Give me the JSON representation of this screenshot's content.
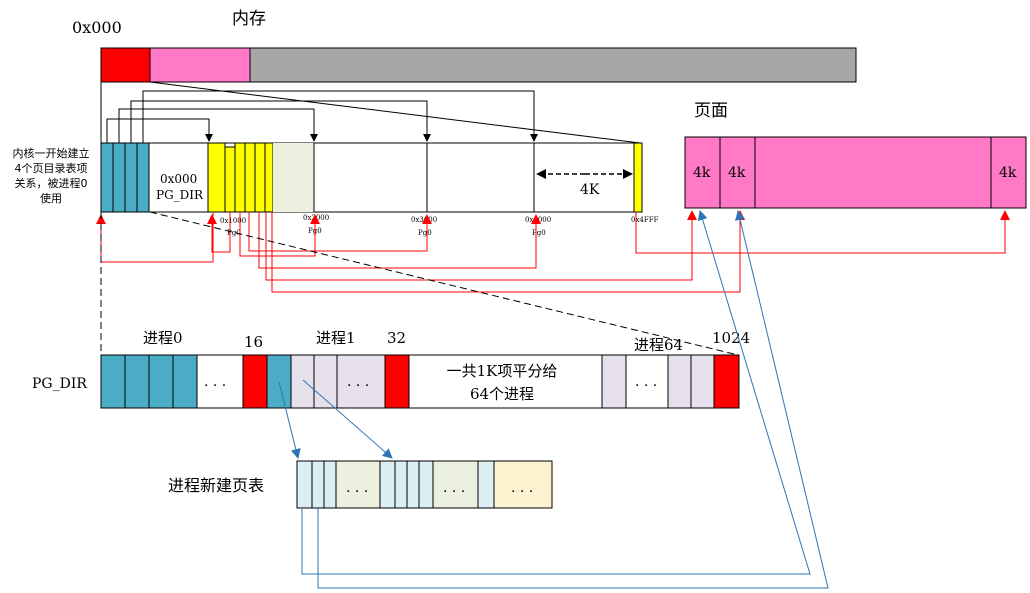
{
  "colors": {
    "red": "#ff0000",
    "pink": "#ff79c6",
    "gray": "#a6a6a6",
    "teal": "#4bacc6",
    "yellow": "#ffff00",
    "lightgreen": "#ebf1de",
    "lavender": "#e6e0ec",
    "lightblue": "#dbeef4",
    "cream": "#fdf2d0",
    "arrowRed": "#ff0000",
    "arrowBlue": "#2e75b6",
    "stroke": "#000000"
  },
  "memory": {
    "addr_label": "0x000",
    "title": "内存"
  },
  "kernel_note": {
    "line1": "内核一开始建立",
    "line2": "4个页目录表项",
    "line3": "关系，被进程0",
    "line4": "使用"
  },
  "pgdir_block": {
    "addr": "0x000",
    "name": "PG_DIR"
  },
  "addresses": {
    "a1000": "0x1000",
    "a2000": "0x2000",
    "a3000": "0x3000",
    "a4000": "0x4000",
    "a4fff": "0x4FFF"
  },
  "pg_labels": {
    "pg0": "Pg0",
    "pg1": "Pg0",
    "pg2": "Pg0",
    "pg3": "Pg0"
  },
  "span_label": "4K",
  "pages": {
    "title": "页面",
    "p1": "4k",
    "p2": "4k",
    "p3": "4k"
  },
  "dir_row": {
    "label": "PG_DIR",
    "proc0": "进程0",
    "mark16": "16",
    "proc1": "进程1",
    "mark32": "32",
    "proc64": "进程64",
    "mark1024": "1024",
    "note_line1": "一共1K项平分给",
    "note_line2": "64个进程",
    "ellipsis": ". . ."
  },
  "new_table": {
    "label": "进程新建页表",
    "ellipsis": ". . ."
  }
}
